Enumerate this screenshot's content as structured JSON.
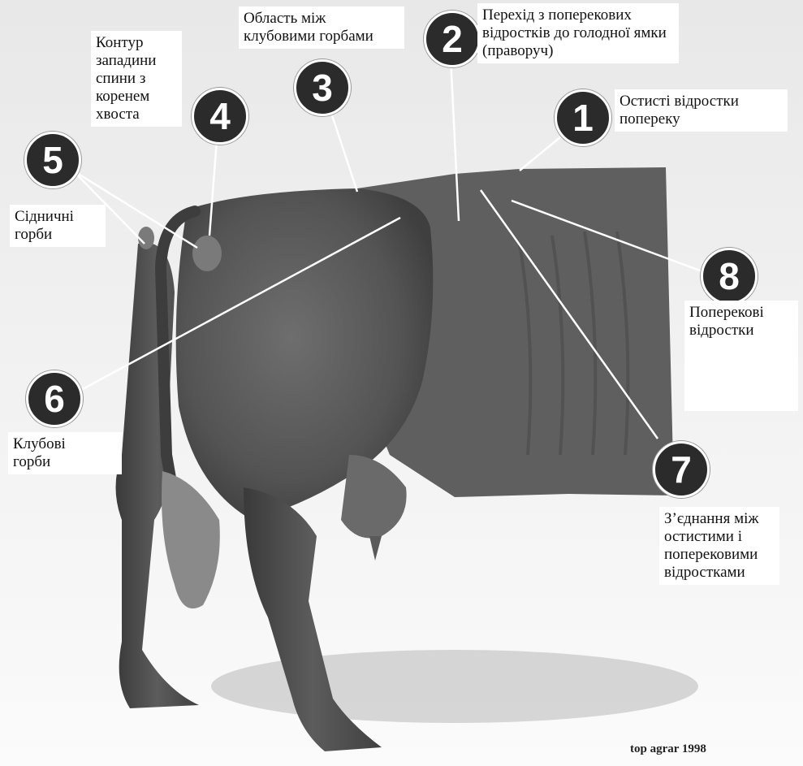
{
  "markers": [
    {
      "id": "1",
      "label_lines": [
        "Остисті відростки",
        "поперeку"
      ]
    },
    {
      "id": "2",
      "label_lines": [
        "Перехід з поперекових",
        "відростків до голодної ямки",
        "(праворуч)"
      ]
    },
    {
      "id": "3",
      "label_lines": [
        "Область між",
        "клубовими горбами"
      ]
    },
    {
      "id": "4",
      "label_lines": [
        "Контур",
        "западини",
        "спини з",
        "коренем",
        "хвоста"
      ]
    },
    {
      "id": "5",
      "label_lines": [
        "Сідничні",
        "горби"
      ]
    },
    {
      "id": "6",
      "label_lines": [
        "Клубові",
        "горби"
      ]
    },
    {
      "id": "7",
      "label_lines": [
        "З’єднання між",
        "остистими і",
        "поперековими",
        "відростками"
      ]
    },
    {
      "id": "8",
      "label_lines": [
        "Поперекові",
        "відростки"
      ]
    }
  ],
  "credit": "top agrar 1998",
  "colors": {
    "badge_fill": "#2b2b2b",
    "badge_text": "#ffffff",
    "cow_body": "#5a5a5a",
    "background": "#f0f0f0"
  }
}
